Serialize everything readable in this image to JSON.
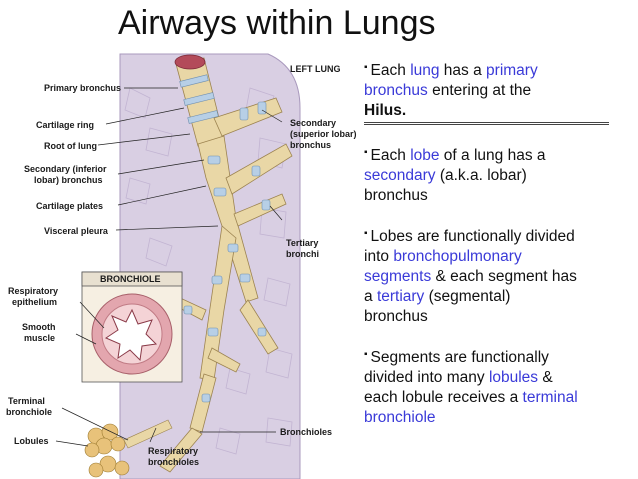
{
  "title": "Airways within Lungs",
  "colors": {
    "highlight": "#3a3ad8",
    "lung_bg": "#d9cfe3",
    "bronchus": "#e9d7a6",
    "cartilage": "#b7cfe6"
  },
  "figure_labels": {
    "left_lung": "LEFT LUNG",
    "primary_bronchus": "Primary bronchus",
    "cartilage_ring": "Cartilage ring",
    "root_of_lung": "Root of lung",
    "secondary_inferior_1": "Secondary (inferior",
    "secondary_inferior_2": "lobar) bronchus",
    "cartilage_plates": "Cartilage plates",
    "visceral_pleura": "Visceral pleura",
    "secondary_superior_1": "Secondary",
    "secondary_superior_2": "(superior lobar)",
    "secondary_superior_3": "bronchus",
    "tertiary_1": "Tertiary",
    "tertiary_2": "bronchi",
    "bronchiole_box": "BRONCHIOLE",
    "respiratory_epithelium_1": "Respiratory",
    "respiratory_epithelium_2": "epithelium",
    "smooth_muscle_1": "Smooth",
    "smooth_muscle_2": "muscle",
    "terminal_bronchiole_1": "Terminal",
    "terminal_bronchiole_2": "bronchiole",
    "lobules": "Lobules",
    "respiratory_bronchioles_1": "Respiratory",
    "respiratory_bronchioles_2": "bronchioles",
    "bronchioles": "Bronchioles"
  },
  "bullets": {
    "b1": {
      "t1": "Each ",
      "h1": "lung",
      "t2": " has a ",
      "h2": "primary",
      "h3": "bronchus",
      "t3": " entering at the",
      "hilus": "Hilus."
    },
    "b2": {
      "t1": "Each ",
      "h1": "lobe",
      "t2": " of a lung has a",
      "h2": "secondary",
      "t3": " (a.k.a. lobar)",
      "t4": "bronchus"
    },
    "b3": {
      "t1": "Lobes are functionally divided",
      "t2": "into ",
      "h1": "bronchopulmonary",
      "h2": "segments",
      "t3": " & each segment has",
      "t4": "a ",
      "h3": "tertiary",
      "t5": " (segmental)",
      "t6": "bronchus"
    },
    "b4": {
      "t1": "Segments are functionally",
      "t2": "divided into many ",
      "h1": "lobules",
      "t3": " &",
      "t4": "each lobule receives a ",
      "h2": "terminal",
      "h3": "bronchiole"
    }
  }
}
